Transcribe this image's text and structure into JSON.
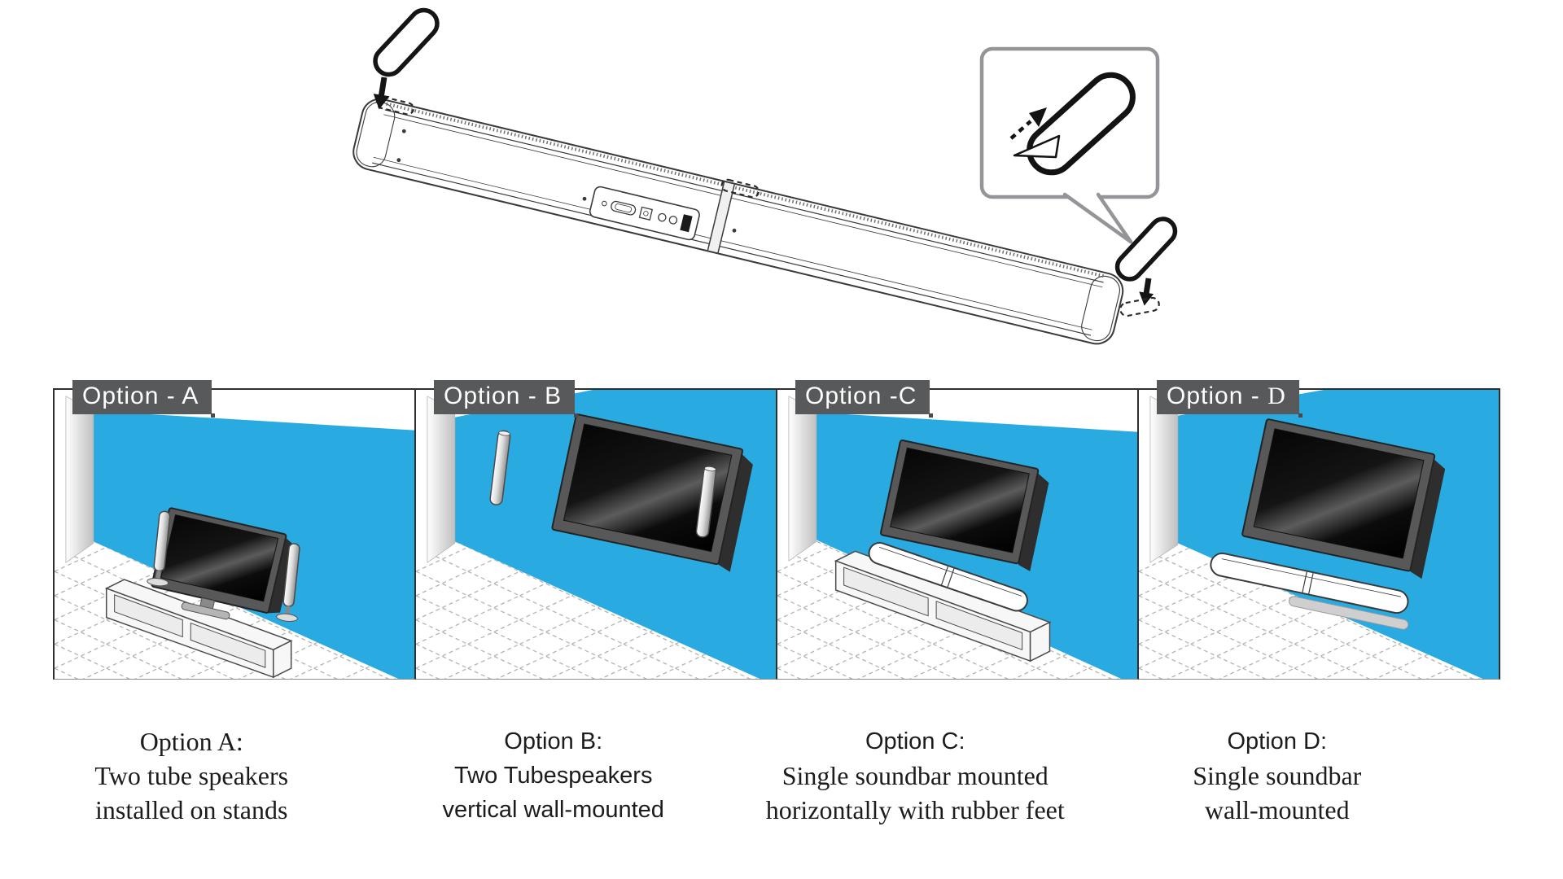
{
  "colors": {
    "wall": "#29ABE2",
    "label_bg": "#58595B",
    "line_art": "#3A3A3A"
  },
  "option_labels": [
    {
      "prefix": "Option - ",
      "letter": "A"
    },
    {
      "prefix": "Option - ",
      "letter": "B"
    },
    {
      "prefix": "Option -",
      "letter": "C"
    },
    {
      "prefix": "Option - ",
      "letter": "D"
    }
  ],
  "captions": [
    {
      "line1": "Option A:",
      "line2": "Two tube speakers",
      "line3": "installed on stands"
    },
    {
      "line1": "Option B:",
      "line2": "Two Tubespeakers",
      "line3": "vertical wall-mounted"
    },
    {
      "line1": "Option C:",
      "line2": "Single soundbar mounted",
      "line3": "horizontally with rubber feet"
    },
    {
      "line1": "Option D:",
      "line2": "Single soundbar",
      "line3": "wall-mounted"
    }
  ]
}
